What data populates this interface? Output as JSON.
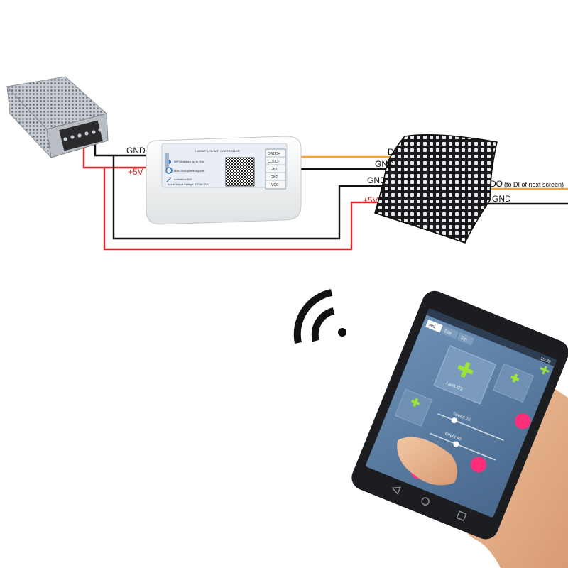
{
  "wires": {
    "psu_gnd": "GND",
    "psu_5v": "+5V",
    "di": "DI",
    "gnd_upper": "GND",
    "gnd_lower": "GND",
    "matrix_5v": "+5V",
    "do_label": "DO",
    "do_note": "(to DI of next screen)",
    "out_gnd": "GND"
  },
  "controller": {
    "title": "H803WF LED WIFI CONTROLLER",
    "pins": [
      "DAT/D+",
      "CLK/D-",
      "GND",
      "GND",
      "VCC"
    ],
    "feature_1": "WiFi distance up to 30m",
    "feature_2": "Max 2048 pixels support",
    "feature_3": "Animation DIY",
    "voltage": "Input/Output Voltage: DC5V~24V"
  },
  "phone": {
    "status_time": "10:39",
    "tabs": [
      "Ani",
      "Edit",
      "Set"
    ],
    "tile_name": "l ani1323",
    "speed_label": "Speed 20",
    "bright_label": "Bright 40"
  },
  "colors": {
    "data_wire": "#f0a43a",
    "positive_wire": "#e0262b",
    "ground_wire": "#111111",
    "app_accent": "#ff2d7a",
    "app_bg": "#5c7fa3",
    "plus_icon": "#9be33a"
  }
}
